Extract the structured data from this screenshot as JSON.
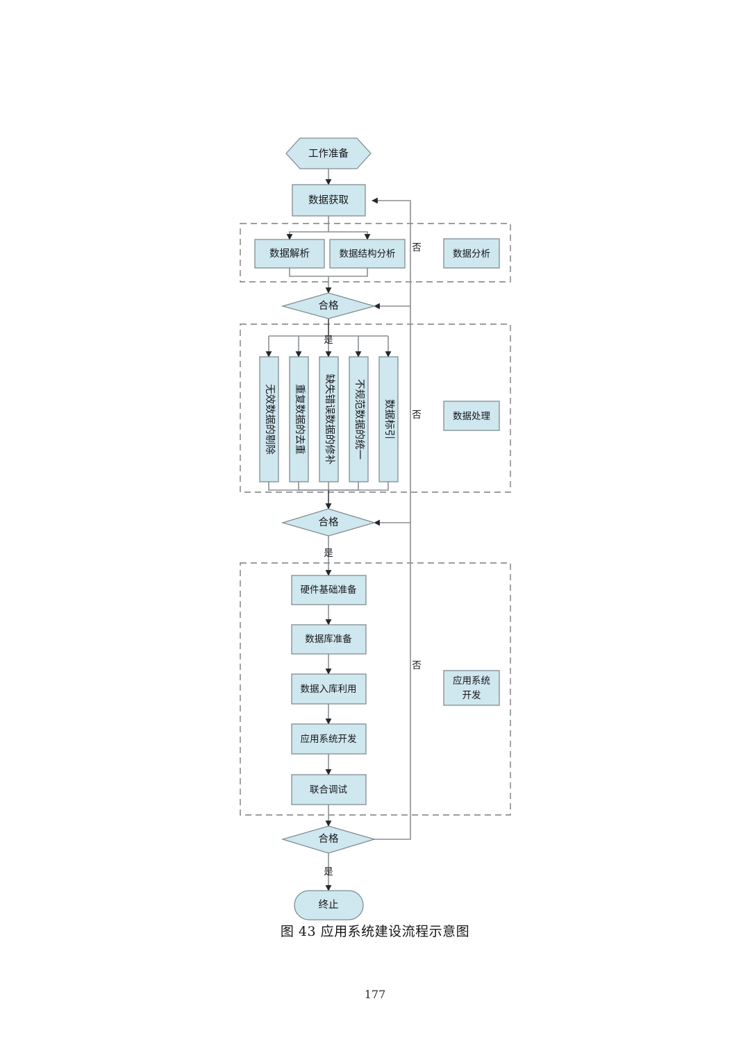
{
  "document": {
    "caption": "图 43 应用系统建设流程示意图",
    "page_number": "177"
  },
  "colors": {
    "shape_fill": "#cfe7ee",
    "shape_stroke": "#7f8c91",
    "connector": "#8a8f93",
    "connector_dark": "#3d4145",
    "group_border": "#7c7c7c",
    "text": "#17171c"
  },
  "chart_data": {
    "type": "diagram",
    "title": "图 43 应用系统建设流程示意图",
    "nodes": [
      {
        "id": "start",
        "label": "工作准备",
        "shape": "hexagon"
      },
      {
        "id": "acquire",
        "label": "数据获取",
        "shape": "rect"
      },
      {
        "id": "parse",
        "label": "数据解析",
        "shape": "rect"
      },
      {
        "id": "struct",
        "label": "数据结构分析",
        "shape": "rect"
      },
      {
        "id": "check1",
        "label": "合格",
        "shape": "diamond"
      },
      {
        "id": "p1",
        "label": "无效数据的剔除",
        "shape": "rect-vertical"
      },
      {
        "id": "p2",
        "label": "重复数据的去重",
        "shape": "rect-vertical"
      },
      {
        "id": "p3",
        "label": "缺失错误数据的修补",
        "shape": "rect-vertical"
      },
      {
        "id": "p4",
        "label": "不规范数据的统一",
        "shape": "rect-vertical"
      },
      {
        "id": "p5",
        "label": "数据标引",
        "shape": "rect-vertical"
      },
      {
        "id": "check2",
        "label": "合格",
        "shape": "diamond"
      },
      {
        "id": "hw",
        "label": "硬件基础准备",
        "shape": "rect"
      },
      {
        "id": "db",
        "label": "数据库准备",
        "shape": "rect"
      },
      {
        "id": "load",
        "label": "数据入库利用",
        "shape": "rect"
      },
      {
        "id": "appdev",
        "label": "应用系统开发",
        "shape": "rect"
      },
      {
        "id": "jointtest",
        "label": "联合调试",
        "shape": "rect"
      },
      {
        "id": "check3",
        "label": "合格",
        "shape": "diamond"
      },
      {
        "id": "end",
        "label": "终止",
        "shape": "stadium"
      }
    ],
    "group_labels": [
      {
        "id": "g1",
        "label": "数据分析",
        "lines": [
          "数据分析"
        ]
      },
      {
        "id": "g2",
        "label": "数据处理",
        "lines": [
          "数据处理"
        ]
      },
      {
        "id": "g3",
        "label": "应用系统开发",
        "lines": [
          "应用系统",
          "开发"
        ]
      }
    ],
    "edge_labels": {
      "yes": "是",
      "no": "否"
    },
    "edges": [
      {
        "from": "start",
        "to": "acquire",
        "label": ""
      },
      {
        "from": "acquire",
        "to": "parse",
        "label": ""
      },
      {
        "from": "acquire",
        "to": "struct",
        "label": ""
      },
      {
        "from": "parse",
        "to": "check1",
        "label": ""
      },
      {
        "from": "struct",
        "to": "check1",
        "label": ""
      },
      {
        "from": "check1",
        "to": "p1",
        "label": "是"
      },
      {
        "from": "check1",
        "to": "p2",
        "label": "是"
      },
      {
        "from": "check1",
        "to": "p3",
        "label": "是"
      },
      {
        "from": "check1",
        "to": "p4",
        "label": "是"
      },
      {
        "from": "check1",
        "to": "p5",
        "label": "是"
      },
      {
        "from": "check1",
        "to": "acquire",
        "label": "否"
      },
      {
        "from": "p1",
        "to": "check2",
        "label": ""
      },
      {
        "from": "p2",
        "to": "check2",
        "label": ""
      },
      {
        "from": "p3",
        "to": "check2",
        "label": ""
      },
      {
        "from": "p4",
        "to": "check2",
        "label": ""
      },
      {
        "from": "p5",
        "to": "check2",
        "label": ""
      },
      {
        "from": "check2",
        "to": "hw",
        "label": "是"
      },
      {
        "from": "check2",
        "to": "check1",
        "label": "否"
      },
      {
        "from": "hw",
        "to": "db",
        "label": ""
      },
      {
        "from": "db",
        "to": "load",
        "label": ""
      },
      {
        "from": "load",
        "to": "appdev",
        "label": ""
      },
      {
        "from": "appdev",
        "to": "jointtest",
        "label": ""
      },
      {
        "from": "jointtest",
        "to": "check3",
        "label": ""
      },
      {
        "from": "check3",
        "to": "end",
        "label": "是"
      },
      {
        "from": "check3",
        "to": "check2",
        "label": "否"
      }
    ]
  }
}
